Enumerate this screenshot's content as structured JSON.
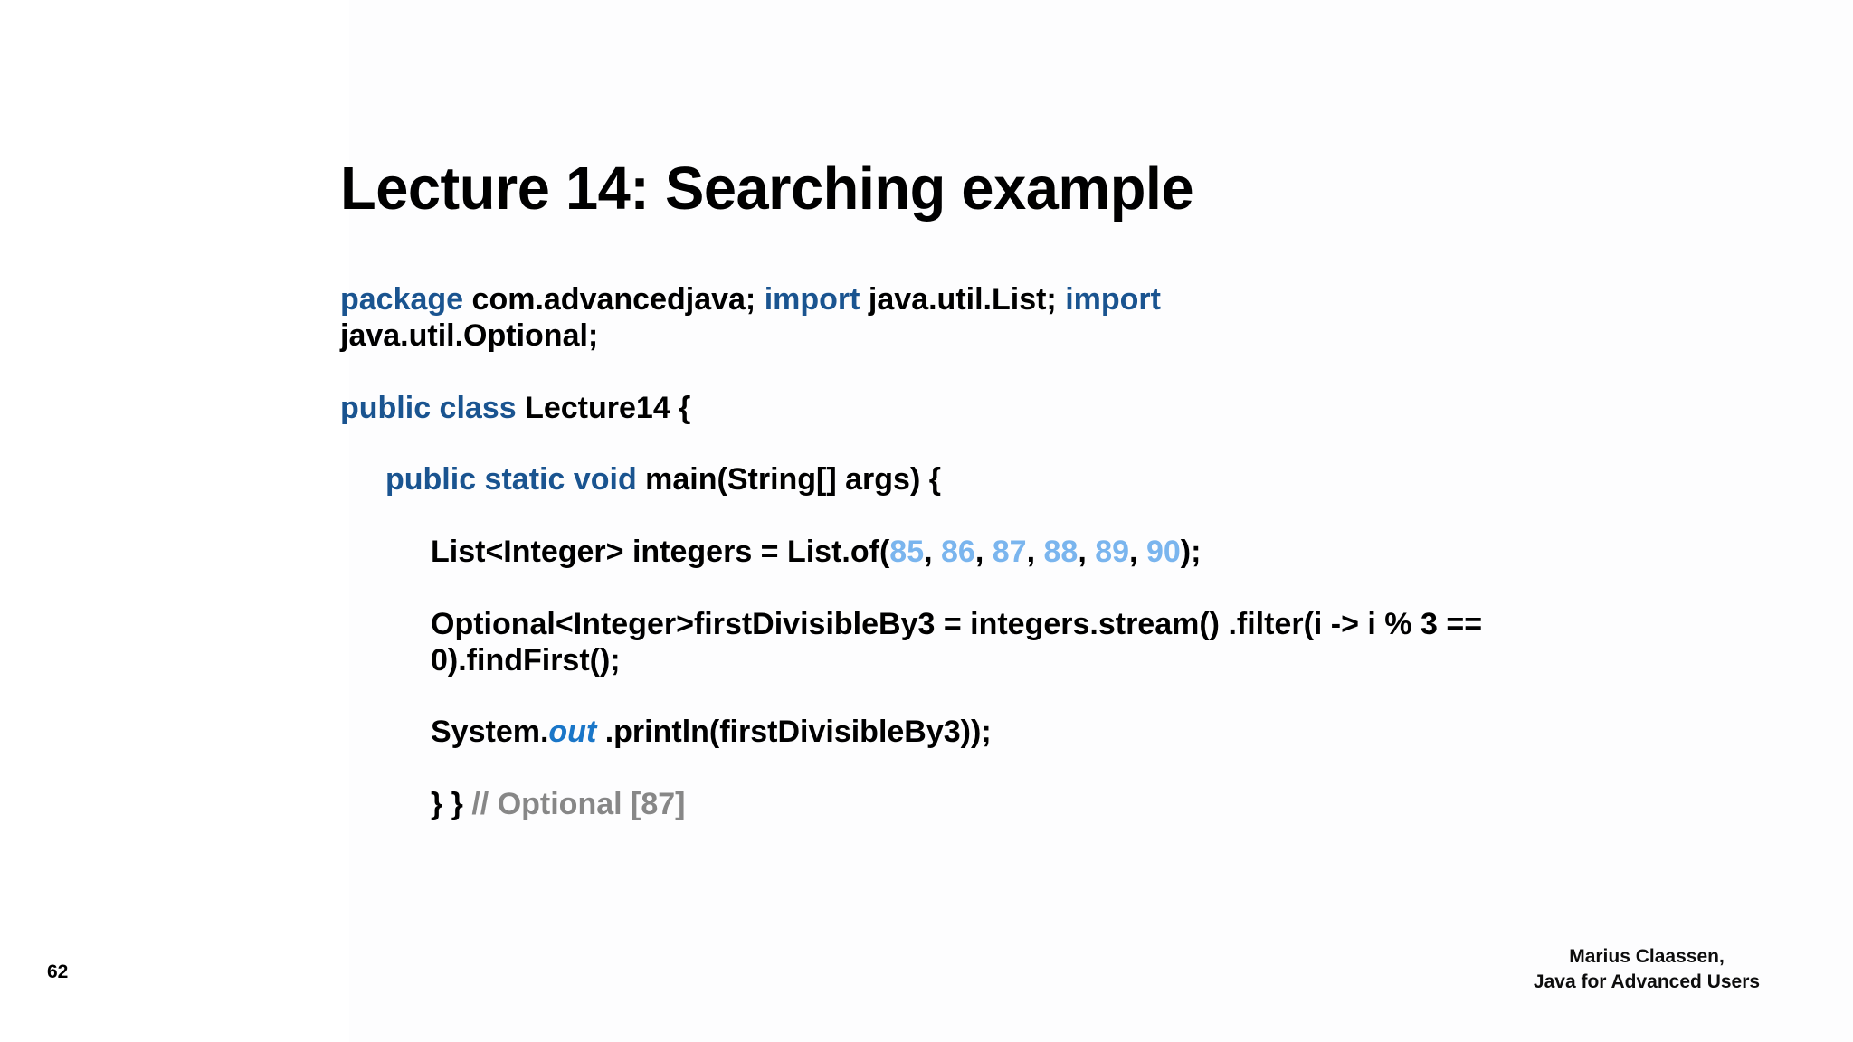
{
  "slide": {
    "title": "Lecture 14: Searching example",
    "page_number": "62",
    "background_color": "#ffffff"
  },
  "colors": {
    "keyword_blue": "#1a5490",
    "number_blue": "#7ab5ee",
    "field_blue": "#1a76c8",
    "comment_gray": "#878787",
    "text_black": "#000000"
  },
  "code": {
    "line1": {
      "kw_package": "package",
      "pkg_name": " com.advancedjava;",
      "space1": "  ",
      "kw_import1": "import",
      "import1": " java.util.List; ",
      "kw_import2": "import",
      "import2": " java.util.Optional;"
    },
    "line2": {
      "kw_public_class": "public class",
      "rest": " Lecture14 {"
    },
    "line3": {
      "kw_public_static_void": "public static void",
      "rest": " main(String[] args) {"
    },
    "line4": {
      "pre": "List<Integer> integers = List.of(",
      "n1": "85",
      "sep1": ", ",
      "n2": "86",
      "sep2": ", ",
      "n3": "87",
      "sep3": ", ",
      "n4": "88",
      "sep4": ", ",
      "n5": "89",
      "sep5": ", ",
      "n6": "90",
      "post": ");"
    },
    "line5": {
      "text": "Optional<Integer>firstDivisibleBy3 = integers.stream() .filter(i -> i % 3 == 0).findFirst();"
    },
    "line6": {
      "pre": "System.",
      "field": "out",
      "post": " .println(firstDivisibleBy3));"
    },
    "line7": {
      "braces": "} } ",
      "comment": "// Optional [87]"
    }
  },
  "footer": {
    "author": "Marius Claassen,",
    "course": "Java for Advanced Users"
  }
}
